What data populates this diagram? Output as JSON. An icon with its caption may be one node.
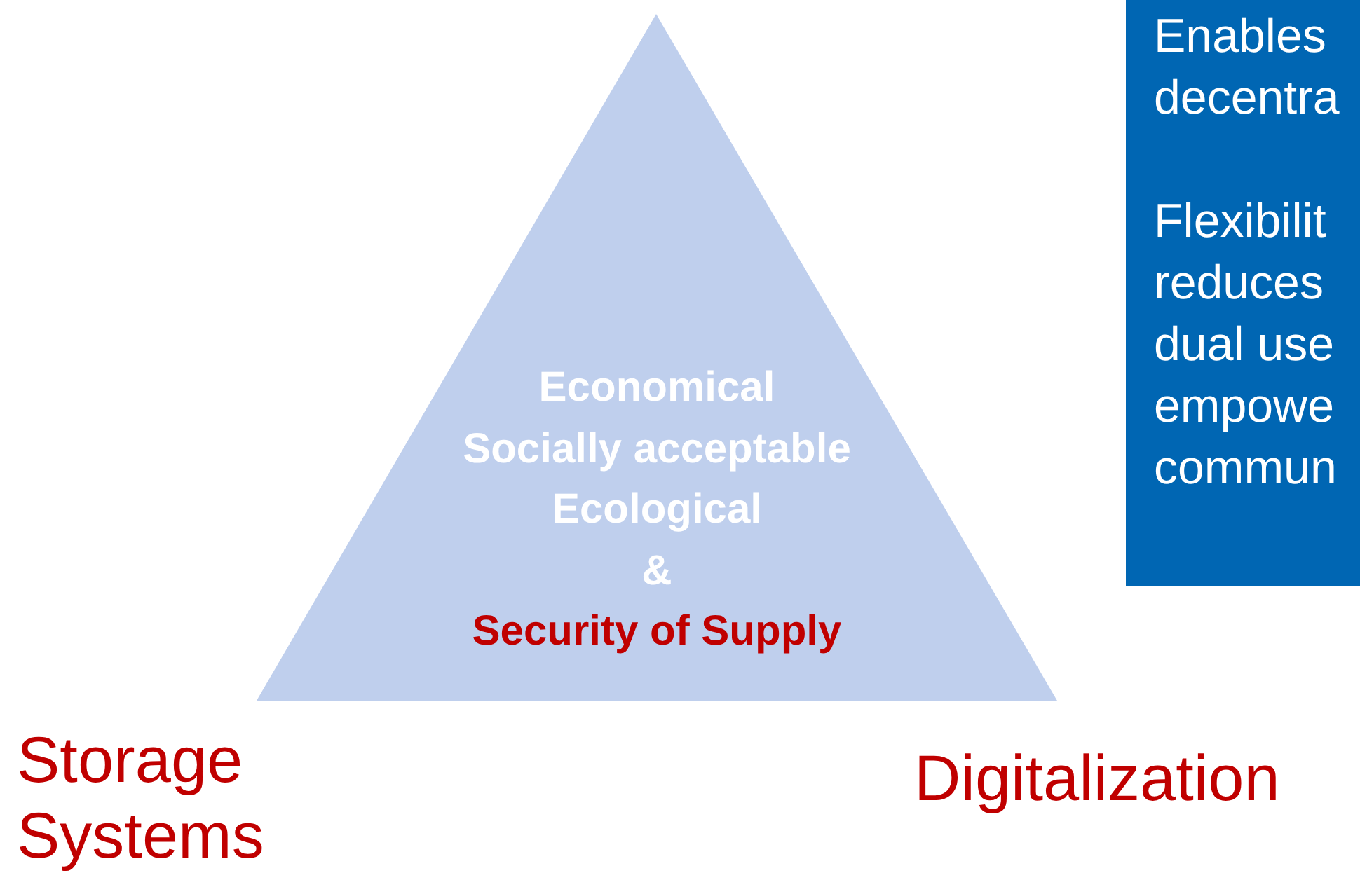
{
  "diagram": {
    "nodes": [
      {
        "text": [
          "Economical",
          "Socially acceptable",
          "Ecological",
          "&",
          "Security of Supply"
        ]
      },
      {
        "text": [
          "Enables decentra",
          "Flexibilit reduces dual use empowe commun"
        ]
      }
    ],
    "labels": [
      "Storage Systems",
      "Digitalization"
    ]
  }
}
